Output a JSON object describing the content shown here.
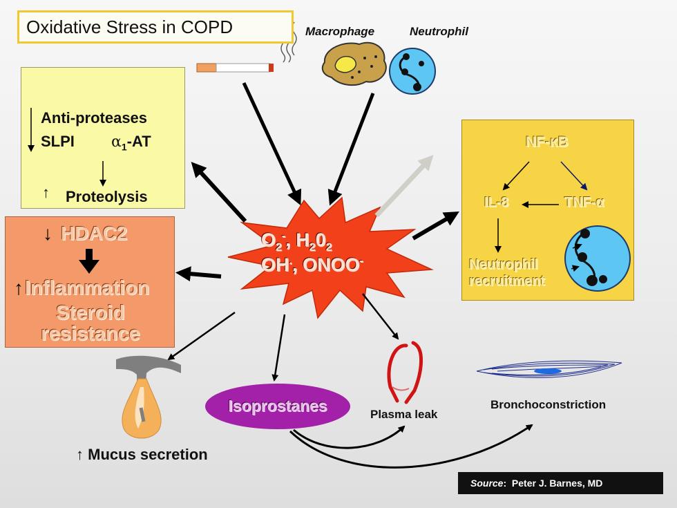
{
  "title": "Oxidative Stress in COPD",
  "cells": {
    "macrophage": "Macrophage",
    "neutrophil": "Neutrophil"
  },
  "center": {
    "line1_a": "O",
    "line1_a_sub": "2",
    "line1_a_sup": "-",
    "line1_sep": ", ",
    "line1_b": "H",
    "line1_b_sub1": "2",
    "line1_b_mid": "0",
    "line1_b_sub2": "2",
    "line2_a": "OH",
    "line2_a_sup": ".",
    "line2_sep": ", ",
    "line2_b": "ONOO",
    "line2_b_sup": "-"
  },
  "antiprotease": {
    "line1": "Anti-proteases",
    "slpi": "SLPI",
    "alpha": "α",
    "alpha_sub": "1",
    "alpha_rest": "-AT",
    "down_arrow": "↓",
    "up_arrow": "↑",
    "proteolysis": "Proteolysis"
  },
  "hdac": {
    "down_arrow": "↓",
    "hdac2": "HDAC2",
    "up_arrow": "↑",
    "inflammation": "Inflammation",
    "steroid": "Steroid",
    "resistance": "resistance"
  },
  "nfkb": {
    "nfkb": "NF-κB",
    "il8": "IL-8",
    "tnf": "TNF-α",
    "neut1": "Neutrophil",
    "neut2": "recruitment"
  },
  "outcomes": {
    "isoprostanes": "Isoprostanes",
    "plasma_leak": "Plasma leak",
    "bronchoconstriction": "Bronchoconstriction",
    "mucus_arrow": "↑",
    "mucus": "Mucus secretion"
  },
  "source": {
    "label": "Source",
    "colon": ":",
    "name": "Peter J. Barnes, MD"
  }
}
